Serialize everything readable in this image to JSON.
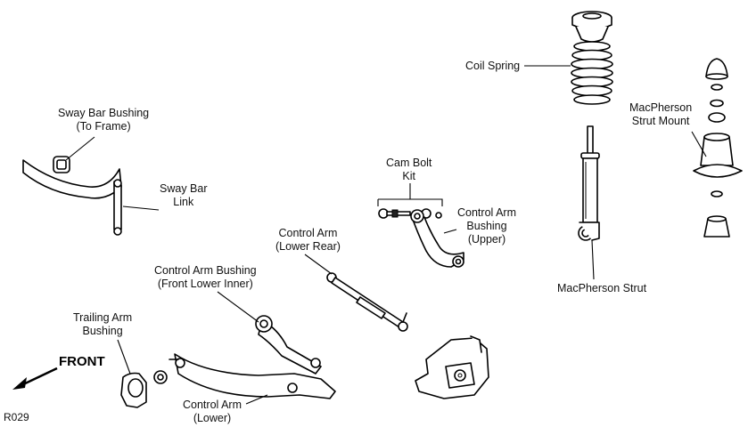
{
  "diagram": {
    "code": "R029",
    "direction": "FRONT",
    "labels": {
      "coil_spring": "Coil Spring",
      "macpherson_mount_1": "MacPherson",
      "macpherson_mount_2": "Strut Mount",
      "sway_bushing_1": "Sway Bar Bushing",
      "sway_bushing_2": "(To Frame)",
      "sway_link_1": "Sway Bar",
      "sway_link_2": "Link",
      "cam_bolt_1": "Cam Bolt",
      "cam_bolt_2": "Kit",
      "ca_bush_upper_1": "Control Arm",
      "ca_bush_upper_2": "Bushing",
      "ca_bush_upper_3": "(Upper)",
      "ca_lower_rear_1": "Control Arm",
      "ca_lower_rear_2": "(Lower Rear)",
      "ca_bush_front_1": "Control Arm Bushing",
      "ca_bush_front_2": "(Front Lower Inner)",
      "macpherson_strut": "MacPherson Strut",
      "trailing_1": "Trailing Arm",
      "trailing_2": "Bushing",
      "ca_lower_1": "Control Arm",
      "ca_lower_2": "(Lower)"
    }
  }
}
